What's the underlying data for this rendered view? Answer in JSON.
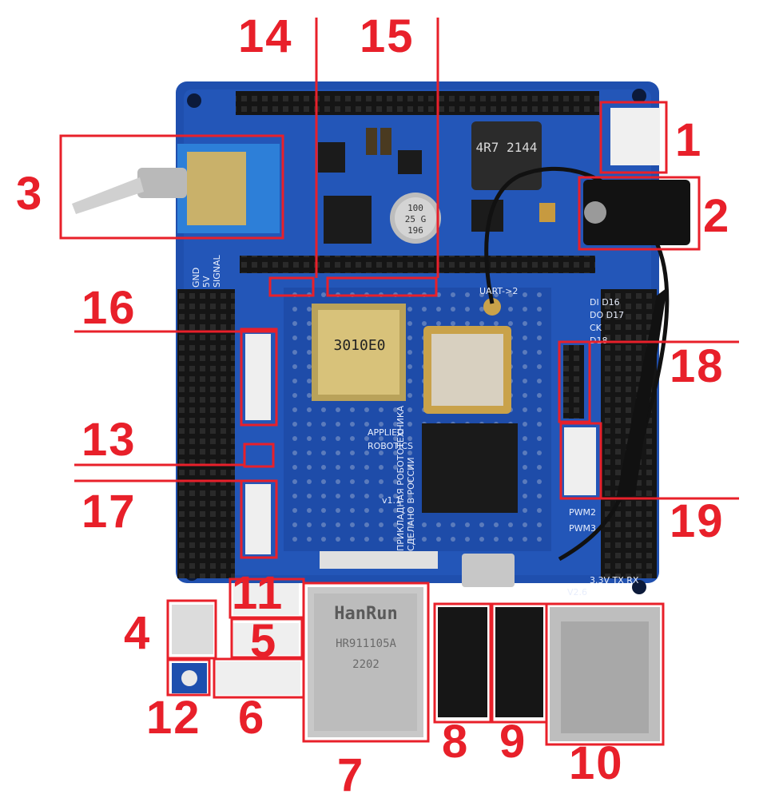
{
  "colors": {
    "background": "#ffffff",
    "pcb": "#1f4fae",
    "pcb_dark": "#163e8f",
    "callout": "#e8202a",
    "header": "#1a1a1a",
    "connector_white": "#eeeeee",
    "switch_blue": "#2d7fd8",
    "metal": "#b9b9b9"
  },
  "silkscreen": {
    "inductor": "4R7\n2144",
    "capacitor_line1": "100",
    "capacitor_line2": "25 G",
    "capacitor_line3": "196",
    "uart_label": "UART->2",
    "logo_line1": "APPLIED",
    "logo_line2": "ROBOTICS",
    "vertical_text1": "ПРИКЛАДНАЯ РОБОТОТЕХНИКА",
    "vertical_text2": "СДЕЛАНО В РОССИИ",
    "version_module": "v1.1",
    "version_board": "V2.6",
    "ethernet_brand": "HanRun",
    "ethernet_part": "HR911105A",
    "ethernet_code": "2202",
    "sd_code": "3010E0",
    "power_rail": "3.3V TX RX",
    "pwm2": "PWM2",
    "pwm3": "PWM3",
    "side_labels": [
      "GND",
      "5V",
      "SIGNAL"
    ],
    "pin_labels_right": [
      "DI D16",
      "DO D17",
      "CK",
      "D18"
    ]
  },
  "callouts": [
    {
      "label": "1"
    },
    {
      "label": "2"
    },
    {
      "label": "3"
    },
    {
      "label": "4"
    },
    {
      "label": "5"
    },
    {
      "label": "6"
    },
    {
      "label": "7"
    },
    {
      "label": "8"
    },
    {
      "label": "9"
    },
    {
      "label": "10"
    },
    {
      "label": "11"
    },
    {
      "label": "12"
    },
    {
      "label": "13"
    },
    {
      "label": "14"
    },
    {
      "label": "15"
    },
    {
      "label": "16"
    },
    {
      "label": "17"
    },
    {
      "label": "18"
    },
    {
      "label": "19"
    }
  ]
}
